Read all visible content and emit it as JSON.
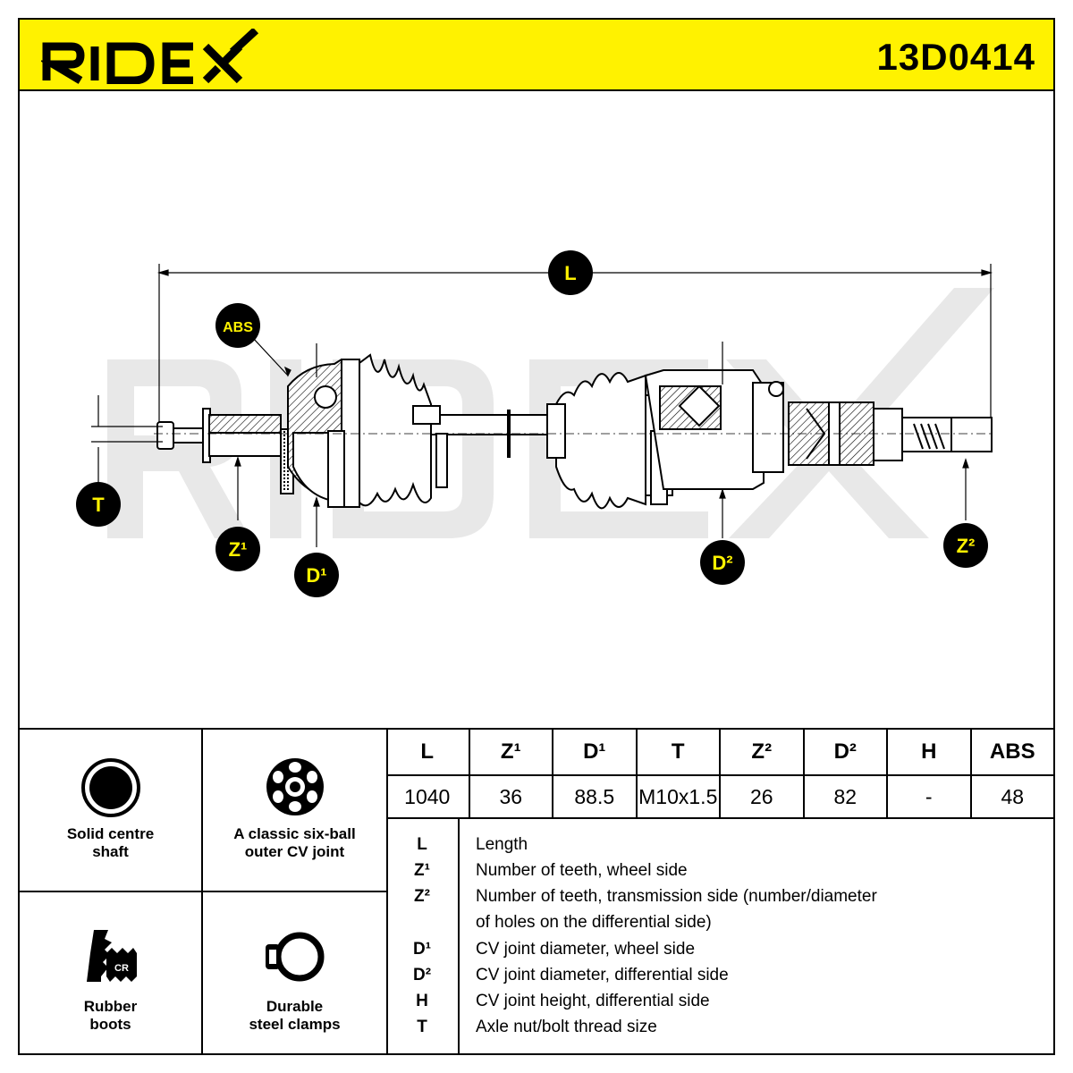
{
  "header": {
    "brand": "RIDEX",
    "part_number": "13D0414",
    "brand_color": "#fff200"
  },
  "diagram": {
    "callouts": {
      "L": "L",
      "ABS": "ABS",
      "T": "T",
      "Z1": "Z¹",
      "D1": "D¹",
      "D2": "D²",
      "Z2": "Z²"
    },
    "watermark": "RIDEX"
  },
  "features": [
    {
      "icon": "solid-shaft-icon",
      "label": "Solid centre\nshaft"
    },
    {
      "icon": "six-ball-joint-icon",
      "label": "A classic six-ball\nouter CV joint"
    },
    {
      "icon": "rubber-boot-cr-icon",
      "label": "Rubber\nboots"
    },
    {
      "icon": "steel-clamp-icon",
      "label": "Durable\nsteel clamps"
    }
  ],
  "spec_table": {
    "headers": [
      "L",
      "Z¹",
      "D¹",
      "T",
      "Z²",
      "D²",
      "H",
      "ABS"
    ],
    "values": [
      "1040",
      "36",
      "88.5",
      "M10x1.5",
      "26",
      "82",
      "-",
      "48"
    ]
  },
  "legend": [
    {
      "symbol": "L",
      "text": "Length"
    },
    {
      "symbol": "Z¹",
      "text": "Number of teeth, wheel side"
    },
    {
      "symbol": "Z²",
      "text": "Number of teeth, transmission side (number/diameter"
    },
    {
      "symbol": "",
      "text": "of holes on the differential side)"
    },
    {
      "symbol": "D¹",
      "text": "CV joint diameter, wheel side"
    },
    {
      "symbol": "D²",
      "text": "CV joint diameter, differential side"
    },
    {
      "symbol": "H",
      "text": "CV joint height, differential side"
    },
    {
      "symbol": "T",
      "text": "Axle nut/bolt thread size"
    }
  ]
}
